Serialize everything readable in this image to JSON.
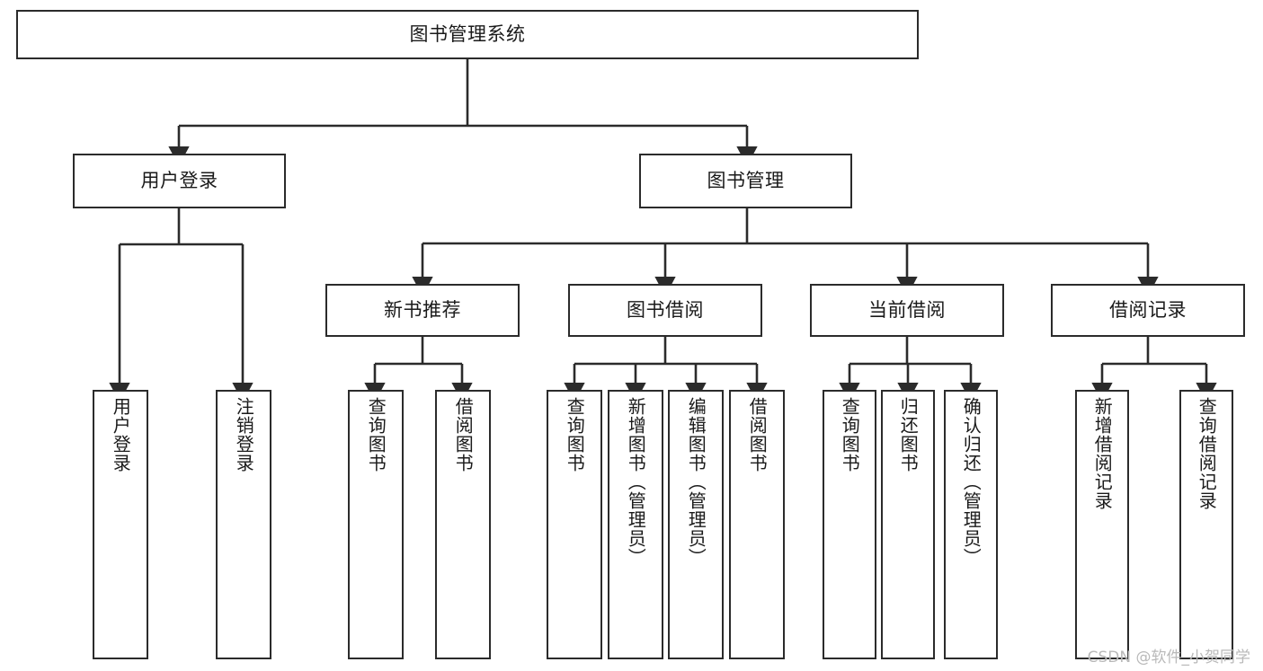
{
  "diagram": {
    "title": "图书管理系统",
    "type": "tree",
    "stroke_color": "#2b2b2b",
    "fill_color": "#ffffff",
    "text_color": "#1a1a1a",
    "root": {
      "label": "图书管理系统"
    },
    "level2": [
      {
        "label": "用户登录"
      },
      {
        "label": "图书管理"
      }
    ],
    "level3": [
      {
        "label": "新书推荐"
      },
      {
        "label": "图书借阅"
      },
      {
        "label": "当前借阅"
      },
      {
        "label": "借阅记录"
      }
    ],
    "leaves": {
      "user_login": [
        {
          "label": "用户登录"
        },
        {
          "label": "注销登录"
        }
      ],
      "new_book_recommend": [
        {
          "label": "查询图书"
        },
        {
          "label": "借阅图书"
        }
      ],
      "book_borrow": [
        {
          "label": "查询图书"
        },
        {
          "label": "新增图书（管理员）"
        },
        {
          "label": "编辑图书（管理员）"
        },
        {
          "label": "借阅图书"
        }
      ],
      "current_borrow": [
        {
          "label": "查询图书"
        },
        {
          "label": "归还图书"
        },
        {
          "label": "确认归还（管理员）"
        }
      ],
      "borrow_record": [
        {
          "label": "新增借阅记录"
        },
        {
          "label": "查询借阅记录"
        }
      ]
    }
  },
  "watermark": {
    "text": "CSDN @软件_小贺同学"
  }
}
